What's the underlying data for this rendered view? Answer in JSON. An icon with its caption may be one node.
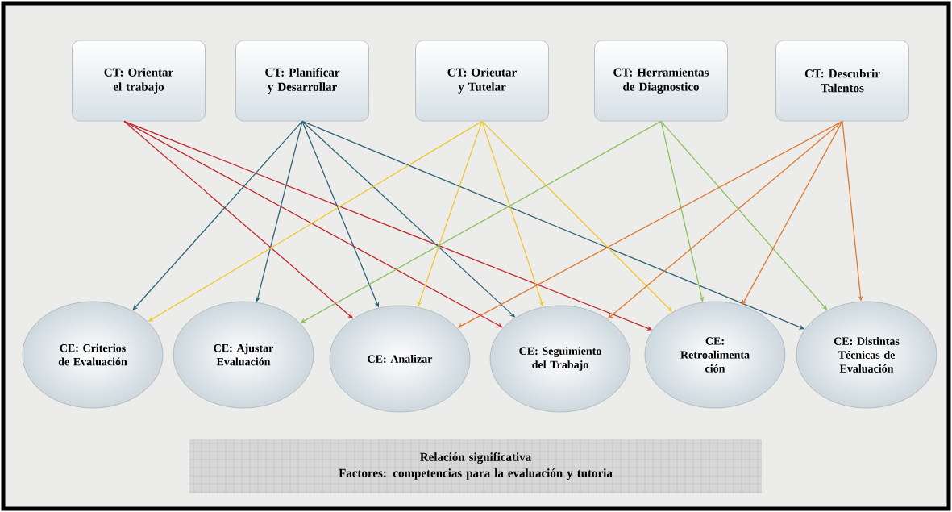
{
  "diagram": {
    "nodes": [
      {
        "text": [
          "CT: Orientar el trabajo"
        ]
      },
      {
        "text": [
          "CT: Planificar y Desarrollar"
        ]
      },
      {
        "text": [
          "CT: Orieutar y Tutelar"
        ]
      },
      {
        "text": [
          "CT: Herramientas de Diagnostico"
        ]
      },
      {
        "text": [
          "CT: Descubrir Talentos"
        ]
      },
      {
        "text": [
          "CE: Criterios de Evaluación"
        ]
      },
      {
        "text": [
          "CE: Ajustar Evaluación"
        ]
      },
      {
        "text": [
          "CE: Analizar"
        ]
      },
      {
        "text": [
          "CE: Seguimiento del Trabajo"
        ]
      },
      {
        "text": [
          "CE: Retroalimenta ción"
        ]
      },
      {
        "text": [
          "CE: Distintas Técnicas de Evaluación"
        ]
      },
      {
        "text": [
          "Relación significativa",
          "Factores:  competencias para la evaluación y tutoria"
        ]
      }
    ],
    "edges": [
      {
        "from": 0,
        "to": 7,
        "arrow": "to",
        "color": "#c0282e"
      },
      {
        "from": 0,
        "to": 8,
        "arrow": "to",
        "color": "#c0282e"
      },
      {
        "from": 0,
        "to": 9,
        "arrow": "to",
        "color": "#c0282e"
      },
      {
        "from": 1,
        "to": 5,
        "arrow": "to",
        "color": "#2e6478"
      },
      {
        "from": 1,
        "to": 6,
        "arrow": "to",
        "color": "#2e6478"
      },
      {
        "from": 1,
        "to": 7,
        "arrow": "to",
        "color": "#2e6478"
      },
      {
        "from": 1,
        "to": 8,
        "arrow": "to",
        "color": "#2e6478"
      },
      {
        "from": 1,
        "to": 10,
        "arrow": "to",
        "color": "#2e6478"
      },
      {
        "from": 2,
        "to": 5,
        "arrow": "to",
        "color": "#f0c832"
      },
      {
        "from": 2,
        "to": 7,
        "arrow": "to",
        "color": "#f0c832"
      },
      {
        "from": 2,
        "to": 8,
        "arrow": "to",
        "color": "#f0c832"
      },
      {
        "from": 2,
        "to": 9,
        "arrow": "to",
        "color": "#f0c832"
      },
      {
        "from": 3,
        "to": 6,
        "arrow": "to",
        "color": "#8cc05a"
      },
      {
        "from": 3,
        "to": 9,
        "arrow": "to",
        "color": "#8cc05a"
      },
      {
        "from": 3,
        "to": 10,
        "arrow": "to",
        "color": "#8cc05a"
      },
      {
        "from": 4,
        "to": 7,
        "arrow": "to",
        "color": "#e07a30"
      },
      {
        "from": 4,
        "to": 8,
        "arrow": "to",
        "color": "#e07a30"
      },
      {
        "from": 4,
        "to": 9,
        "arrow": "to",
        "color": "#e07a30"
      },
      {
        "from": 4,
        "to": 10,
        "arrow": "to",
        "color": "#e07a30"
      }
    ]
  }
}
